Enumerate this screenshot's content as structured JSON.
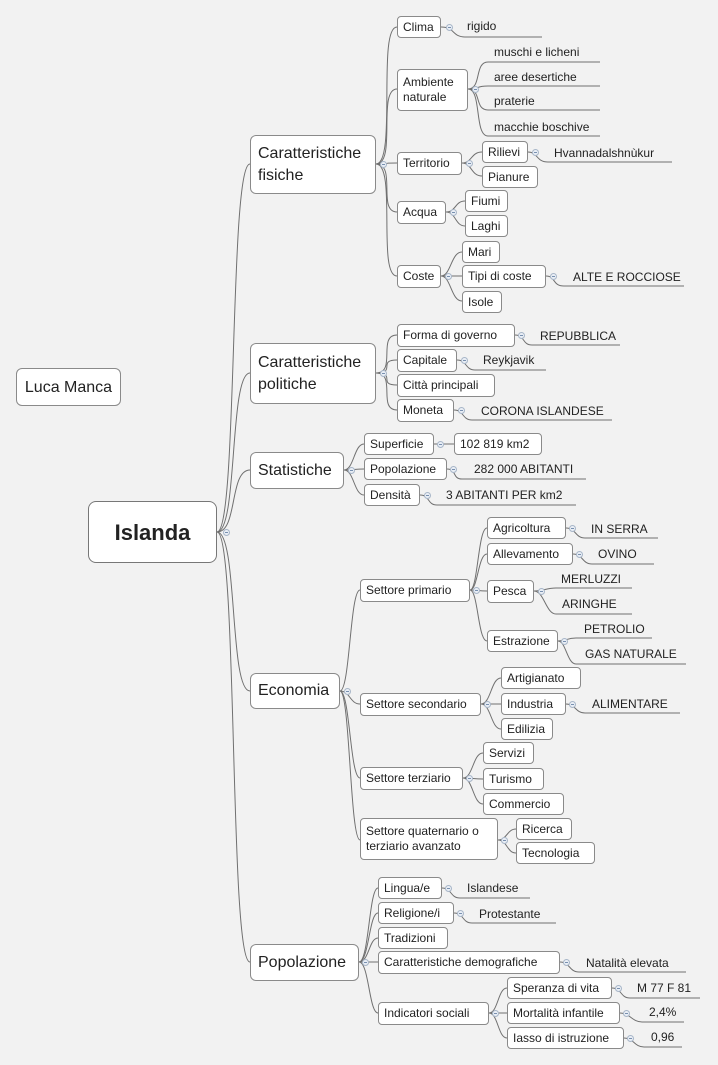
{
  "floating": {
    "author": "Luca Manca"
  },
  "central": {
    "title": "Islanda"
  },
  "fisiche": {
    "label": "Caratteristiche fisiche",
    "clima": {
      "label": "Clima",
      "value": "rigido"
    },
    "ambiente": {
      "label": "Ambiente naturale",
      "items": [
        "muschi e licheni",
        "aree desertiche",
        "praterie",
        "macchie boschive"
      ]
    },
    "territorio": {
      "label": "Territorio",
      "rilievi": "Rilievi",
      "rilievi_value": "Hvannadalshnùkur",
      "pianure": "Pianure"
    },
    "acqua": {
      "label": "Acqua",
      "items": [
        "Fiumi",
        "Laghi"
      ]
    },
    "coste": {
      "label": "Coste",
      "mari": "Mari",
      "tipi": "Tipi di coste",
      "tipi_value": "ALTE E ROCCIOSE",
      "isole": "Isole"
    }
  },
  "politiche": {
    "label": "Caratteristiche politiche",
    "governo": {
      "label": "Forma di governo",
      "value": "REPUBBLICA"
    },
    "capitale": {
      "label": "Capitale",
      "value": "Reykjavik"
    },
    "citta": {
      "label": "Città principali"
    },
    "moneta": {
      "label": "Moneta",
      "value": "CORONA ISLANDESE"
    }
  },
  "statistiche": {
    "label": "Statistiche",
    "superficie": {
      "label": "Superficie",
      "value": "102 819 km2"
    },
    "popolazione": {
      "label": "Popolazione",
      "value": "282 000 ABITANTI"
    },
    "densita": {
      "label": "Densità",
      "value": "3 ABITANTI PER km2"
    }
  },
  "economia": {
    "label": "Economia",
    "primario": {
      "label": "Settore primario",
      "agricoltura": {
        "label": "Agricoltura",
        "value": "IN SERRA"
      },
      "allevamento": {
        "label": "Allevamento",
        "value": "OVINO"
      },
      "pesca": {
        "label": "Pesca",
        "items": [
          "MERLUZZI",
          "ARINGHE"
        ]
      },
      "estrazione": {
        "label": "Estrazione",
        "items": [
          "PETROLIO",
          "GAS NATURALE"
        ]
      }
    },
    "secondario": {
      "label": "Settore secondario",
      "artigianato": "Artigianato",
      "industria": {
        "label": "Industria",
        "value": "ALIMENTARE"
      },
      "edilizia": "Edilizia"
    },
    "terziario": {
      "label": "Settore terziario",
      "items": [
        "Servizi",
        "Turismo",
        "Commercio"
      ]
    },
    "quaternario": {
      "label": "Settore quaternario o terziario avanzato",
      "items": [
        "Ricerca",
        "Tecnologia"
      ]
    }
  },
  "popolazione": {
    "label": "Popolazione",
    "lingua": {
      "label": "Lingua/e",
      "value": "Islandese"
    },
    "religione": {
      "label": "Religione/i",
      "value": "Protestante"
    },
    "tradizioni": {
      "label": "Tradizioni"
    },
    "demografiche": {
      "label": "Caratteristiche demografiche",
      "value": "Natalità elevata"
    },
    "indicatori": {
      "label": "Indicatori sociali",
      "speranza": {
        "label": "Speranza di vita",
        "value": "M 77 F 81"
      },
      "mortalita": {
        "label": "Mortalità infantile",
        "value": "2,4%"
      },
      "istruzione": {
        "label": "Iasso di istruzione",
        "value": "0,96"
      }
    }
  }
}
